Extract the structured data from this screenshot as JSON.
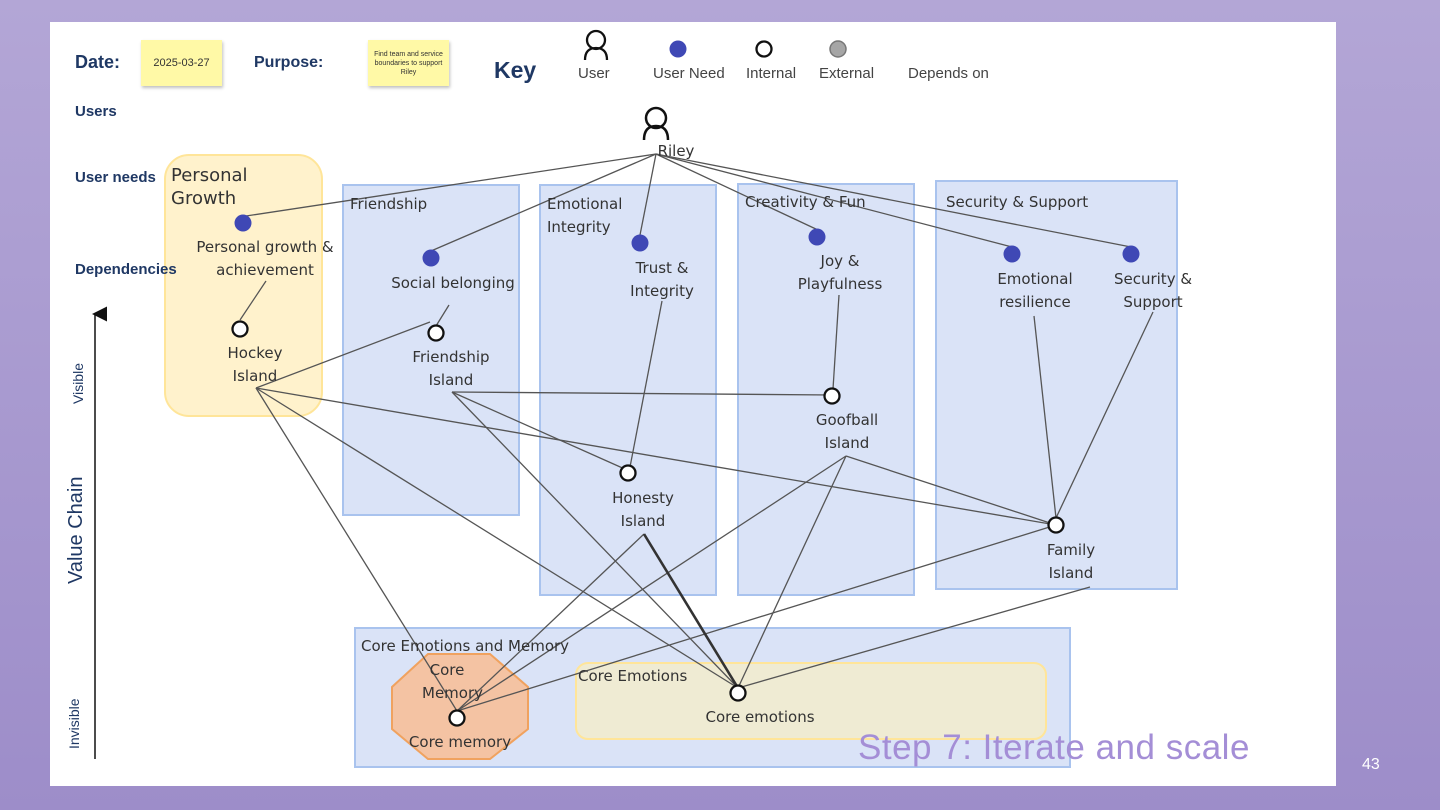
{
  "header": {
    "date_label": "Date:",
    "date_value": "2025-03-27",
    "purpose_label": "Purpose:",
    "purpose_value": "Find team and service boundaries to support Riley",
    "key_title": "Key",
    "key_items": [
      "User",
      "User Need",
      "Internal",
      "External",
      "Depends on"
    ]
  },
  "rows": {
    "users": "Users",
    "user_needs": "User needs",
    "dependencies": "Dependencies"
  },
  "axis": {
    "title": "Value Chain",
    "top": "Visible",
    "bottom": "Invisible"
  },
  "groups": {
    "personal_growth": "Personal Growth",
    "friendship": "Friendship",
    "emotional_integrity": "Emotional Integrity",
    "creativity_fun": "Creativity & Fun",
    "security_support": "Security & Support",
    "core_emotions_memory": "Core Emotions and Memory",
    "core_emotions_area": "Core Emotions",
    "core_memory_area": "Core Memory"
  },
  "nodes": {
    "user": "Riley",
    "needs": [
      "Personal growth & achievement",
      "Social belonging",
      "Trust & Integrity",
      "Joy & Playfulness",
      "Emotional resilience",
      "Security & Support"
    ],
    "components": [
      "Hockey Island",
      "Friendship Island",
      "Goofball Island",
      "Honesty Island",
      "Family Island",
      "Core memory",
      "Core emotions"
    ]
  },
  "colors": {
    "user_need": "#3f48b5",
    "external": "#a6a6a6",
    "group_fill": "#dae3f7",
    "group_border": "#a9c3ee",
    "personal_fill": "#fff2cc",
    "personal_border": "#ffe599",
    "memory_fill": "#f4c3a3",
    "memory_border": "#f0a25f",
    "step_title": "#a48ed6"
  },
  "footer": {
    "step_title": "Step 7: Iterate and scale",
    "page_number": "43"
  }
}
